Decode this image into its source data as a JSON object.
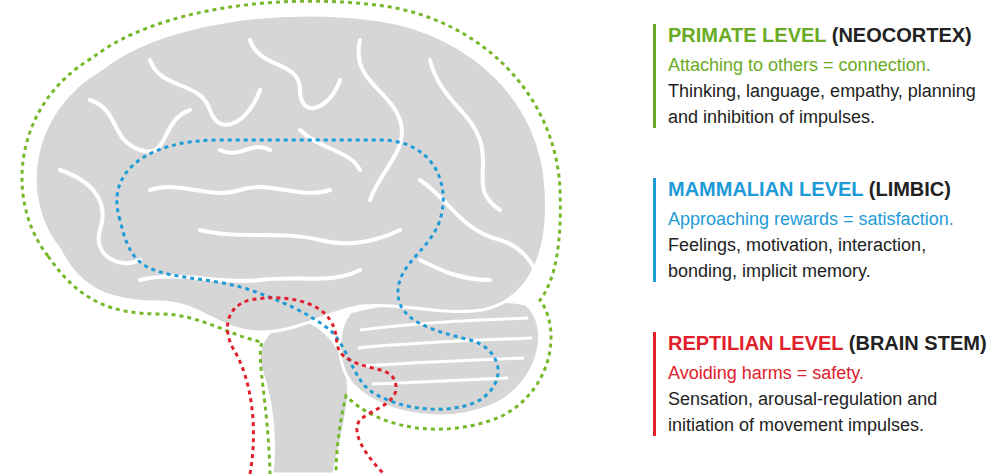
{
  "diagram": {
    "labels": [
      "PRIMATE LEVEL",
      "(NEOCORTEX)",
      "Attaching to others = connection.",
      "Thinking, language, empathy, planning and inhibition of impulses.",
      "MAMMALIAN LEVEL",
      "(LIMBIC)",
      "Approaching rewards = satisfaction.",
      "Feelings, motivation, interaction, bonding, implicit memory.",
      "REPTILIAN LEVEL",
      "(BRAIN STEM)",
      "Avoiding harms = safety.",
      "Sensation, arousal-regulation and initiation of movement impulses."
    ]
  }
}
